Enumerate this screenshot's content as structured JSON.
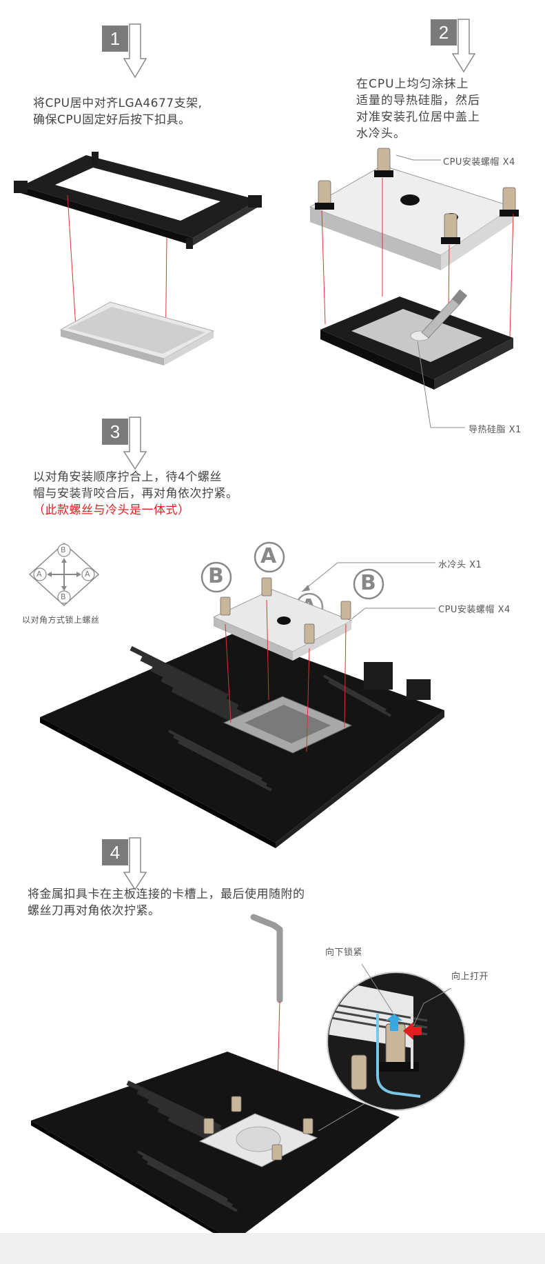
{
  "steps": [
    {
      "number": "1",
      "text_lines": [
        "将CPU居中对齐LGA4677支架,",
        "确保CPU固定好后按下扣具。"
      ]
    },
    {
      "number": "2",
      "text_lines": [
        "在CPU上均匀涂抹上",
        "适量的导热硅脂，然后",
        "对准安装孔位居中盖上",
        "水冷头。"
      ]
    },
    {
      "number": "3",
      "text_lines": [
        "以对角安装顺序拧合上，待4个螺丝",
        "帽与安装背咬合后，再对角依次拧紧。"
      ],
      "note": "（此款螺丝与冷头是一体式）"
    },
    {
      "number": "4",
      "text_lines": [
        "将金属扣具卡在主板连接的卡槽上，最后使用随附的",
        "螺丝刀再对角依次拧紧。"
      ]
    }
  ],
  "callouts": {
    "screw_cap_2": "CPU安装螺帽 X4",
    "thermal_paste": "导热硅脂 X1",
    "water_block": "水冷头 X1",
    "screw_cap_3": "CPU安装螺帽 X4",
    "lock_down": "向下锁紧",
    "open_up": "向上打开"
  },
  "diagonal_diagram": {
    "caption": "以对角方式锁上螺丝",
    "letter_a": "A",
    "letter_b": "B"
  },
  "colors": {
    "badge": "#7a7a7a",
    "note_red": "#e02020",
    "guide_line": "#e03030"
  }
}
